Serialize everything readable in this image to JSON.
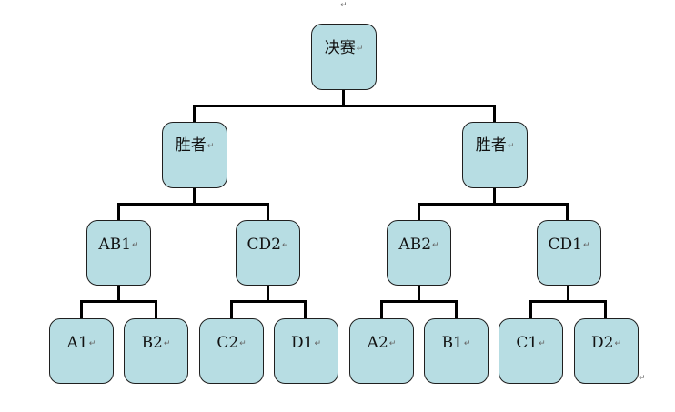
{
  "diagram": {
    "paragraph_mark": "↵",
    "nodes": {
      "final": "决赛",
      "winner_left": "胜者",
      "winner_right": "胜者",
      "ab1": "AB1",
      "cd2": "CD2",
      "ab2": "AB2",
      "cd1": "CD1",
      "a1": "A1",
      "b2": "B2",
      "c2": "C2",
      "d1": "D1",
      "a2": "A2",
      "b1": "B1",
      "c1": "C1",
      "d2": "D2"
    }
  }
}
